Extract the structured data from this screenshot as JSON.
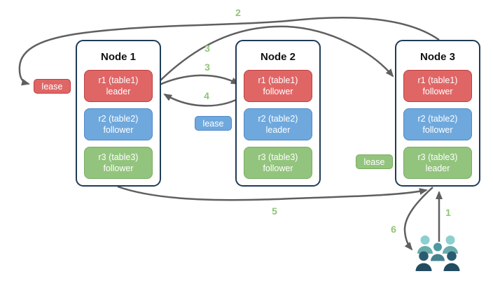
{
  "diagram": {
    "nodes": [
      {
        "title": "Node 1",
        "replicas": [
          {
            "name": "r1 (table1)",
            "role": "leader",
            "color": "#e06666"
          },
          {
            "name": "r2 (table2)",
            "role": "follower",
            "color": "#6fa8dc"
          },
          {
            "name": "r3 (table3)",
            "role": "follower",
            "color": "#93c47d"
          }
        ]
      },
      {
        "title": "Node 2",
        "replicas": [
          {
            "name": "r1 (table1)",
            "role": "follower",
            "color": "#e06666"
          },
          {
            "name": "r2 (table2)",
            "role": "leader",
            "color": "#6fa8dc"
          },
          {
            "name": "r3 (table3)",
            "role": "follower",
            "color": "#93c47d"
          }
        ]
      },
      {
        "title": "Node 3",
        "replicas": [
          {
            "name": "r1 (table1)",
            "role": "follower",
            "color": "#e06666"
          },
          {
            "name": "r2 (table2)",
            "role": "follower",
            "color": "#6fa8dc"
          },
          {
            "name": "r3 (table3)",
            "role": "leader",
            "color": "#93c47d"
          }
        ]
      }
    ],
    "leases": [
      {
        "label": "lease",
        "color": "#e06666"
      },
      {
        "label": "lease",
        "color": "#6fa8dc"
      },
      {
        "label": "lease",
        "color": "#93c47d"
      }
    ],
    "step_labels": {
      "step1": "1",
      "step2": "2",
      "step3a": "3",
      "step3b": "3",
      "step4": "4",
      "step5": "5",
      "step6": "6"
    },
    "icon": {
      "name": "users-group-icon"
    },
    "colors": {
      "red": "#e06666",
      "blue": "#6fa8dc",
      "green": "#93c47d",
      "arrow": "#5f5f5f",
      "node_border": "#1f3b57",
      "label_green": "#8fc579"
    }
  }
}
